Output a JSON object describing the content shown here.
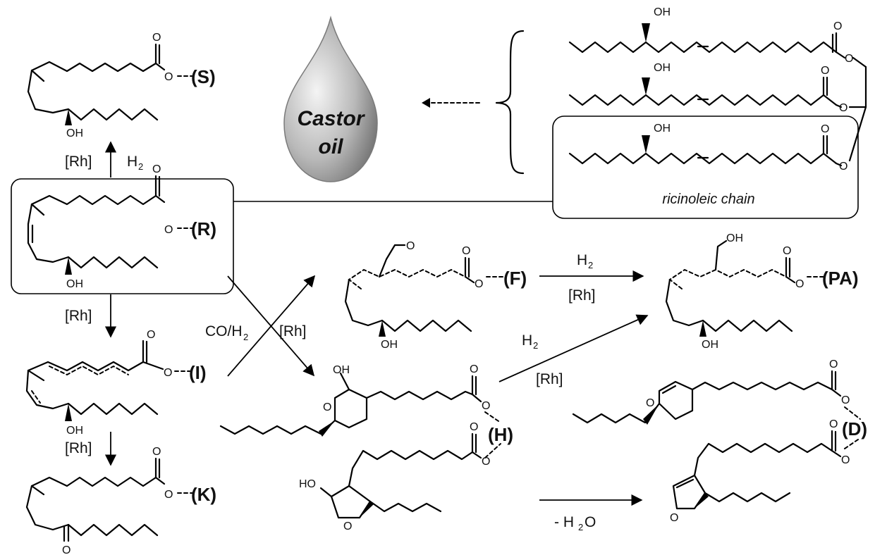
{
  "drop": {
    "line1": "Castor",
    "line2": "oil"
  },
  "ricinoleic_label": "ricinoleic chain",
  "compounds": {
    "S": "(S)",
    "R": "(R)",
    "I": "(I)",
    "K": "(K)",
    "F": "(F)",
    "PA": "(PA)",
    "H": "(H)",
    "D": "(D)"
  },
  "atoms": {
    "O": "O",
    "OH": "OH",
    "HO": "HO"
  },
  "conditions": {
    "rh": "[Rh]",
    "h2": "H",
    "h2_sub": "2",
    "coh2": "CO/H",
    "coh2_sub": "2",
    "minus_water_pre": "- H",
    "minus_water_sub": "2",
    "minus_water_post": "O"
  },
  "colors": {
    "drop_light": "#f2f2f2",
    "drop_dark": "#6a6a6a",
    "ink": "#000000"
  }
}
